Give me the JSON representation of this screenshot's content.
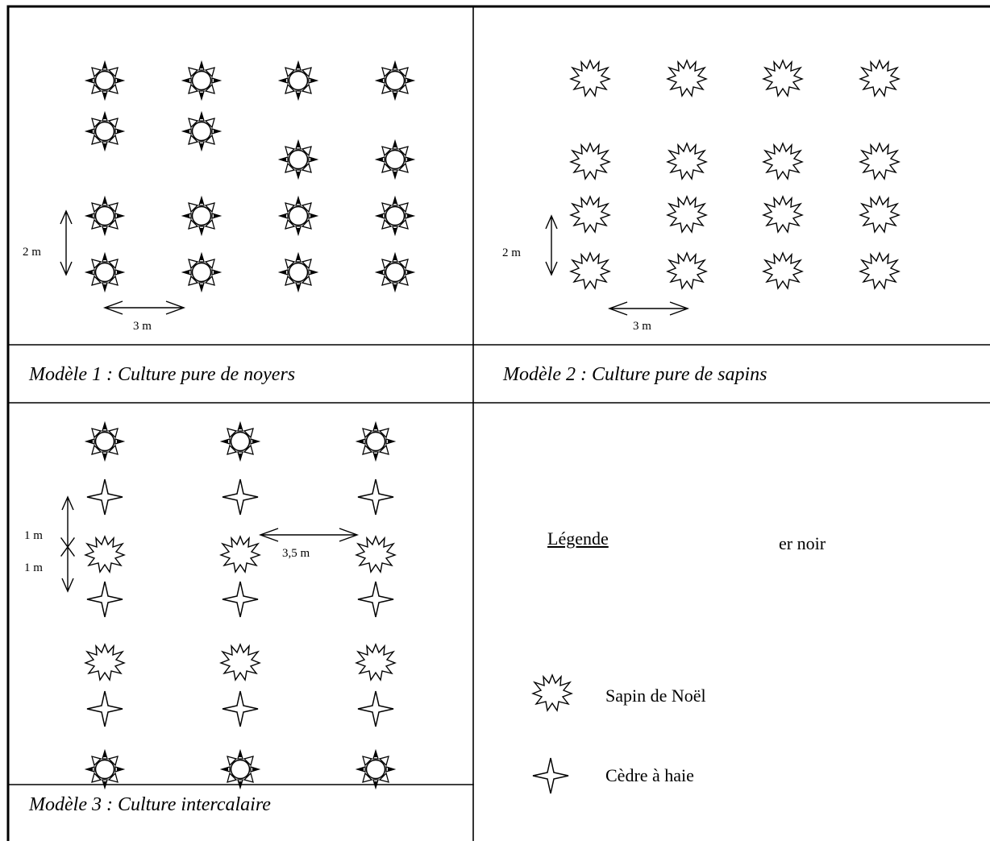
{
  "panels": {
    "model1": {
      "caption": "Modèle 1 : Culture  pure de noyers",
      "vertical_spacing": "2 m",
      "horizontal_spacing": "3 m"
    },
    "model2": {
      "caption": "Modèle 2 : Culture pure de sapins",
      "vertical_spacing": "2 m",
      "horizontal_spacing": "3 m"
    },
    "model3": {
      "caption": "Modèle 3 : Culture intercalaire",
      "spacing_upper": "1 m",
      "spacing_lower": "1 m",
      "row_spacing": "3,5 m"
    }
  },
  "legend": {
    "title": "Légende",
    "partial_label": "er noir",
    "items": [
      {
        "icon": "spiky-star-icon",
        "label": "Sapin de Noël"
      },
      {
        "icon": "four-point-star-icon",
        "label": "Cèdre à haie"
      }
    ]
  },
  "icons": {
    "walnut": "sun-icon",
    "fir": "spiky-star-icon",
    "cedar": "four-point-star-icon"
  },
  "colors": {
    "line": "#000000",
    "background": "#ffffff"
  }
}
